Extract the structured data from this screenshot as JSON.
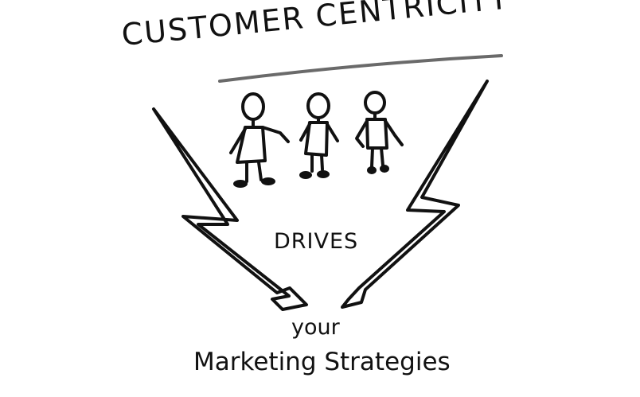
{
  "title": "CUSTOMER CENTRICITY",
  "middle_text": "DRIVES",
  "bottom_line_1": "your",
  "bottom_line_2": "Marketing Strategies",
  "icons": [
    "left-lightning-arrow-icon",
    "right-lightning-arrow-icon",
    "stick-figure-icon"
  ],
  "colors": {
    "ink": "#111111",
    "underline": "#6a6a6a",
    "background": "#ffffff"
  }
}
